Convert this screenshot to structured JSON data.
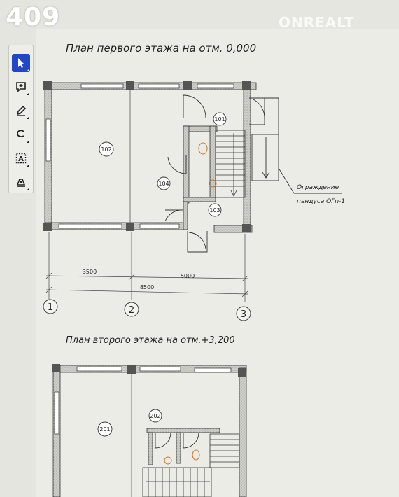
{
  "page_counter": "409",
  "watermark": "ONREALT",
  "toolbar": {
    "tools": [
      {
        "icon": "cursor-icon",
        "active": true
      },
      {
        "icon": "comment-icon",
        "active": false
      },
      {
        "icon": "pen-icon",
        "active": false
      },
      {
        "icon": "lasso-icon",
        "active": false
      },
      {
        "icon": "text-box-icon",
        "active": false
      },
      {
        "icon": "stamp-icon",
        "active": false
      }
    ],
    "active_color": "#1f47c8"
  },
  "plan1": {
    "title": "План первого этажа на отм. 0,000",
    "rooms": [
      "101",
      "102",
      "103",
      "104"
    ],
    "dims": {
      "d1": "3500",
      "d2": "5000",
      "total": "8500"
    },
    "axes": [
      "1",
      "2",
      "3"
    ],
    "note_line1": "Ограждение",
    "note_line2": "пандуса ОГп-1"
  },
  "plan2": {
    "title": "План второго этажа на отм.+3,200",
    "rooms": [
      "201",
      "202"
    ]
  }
}
